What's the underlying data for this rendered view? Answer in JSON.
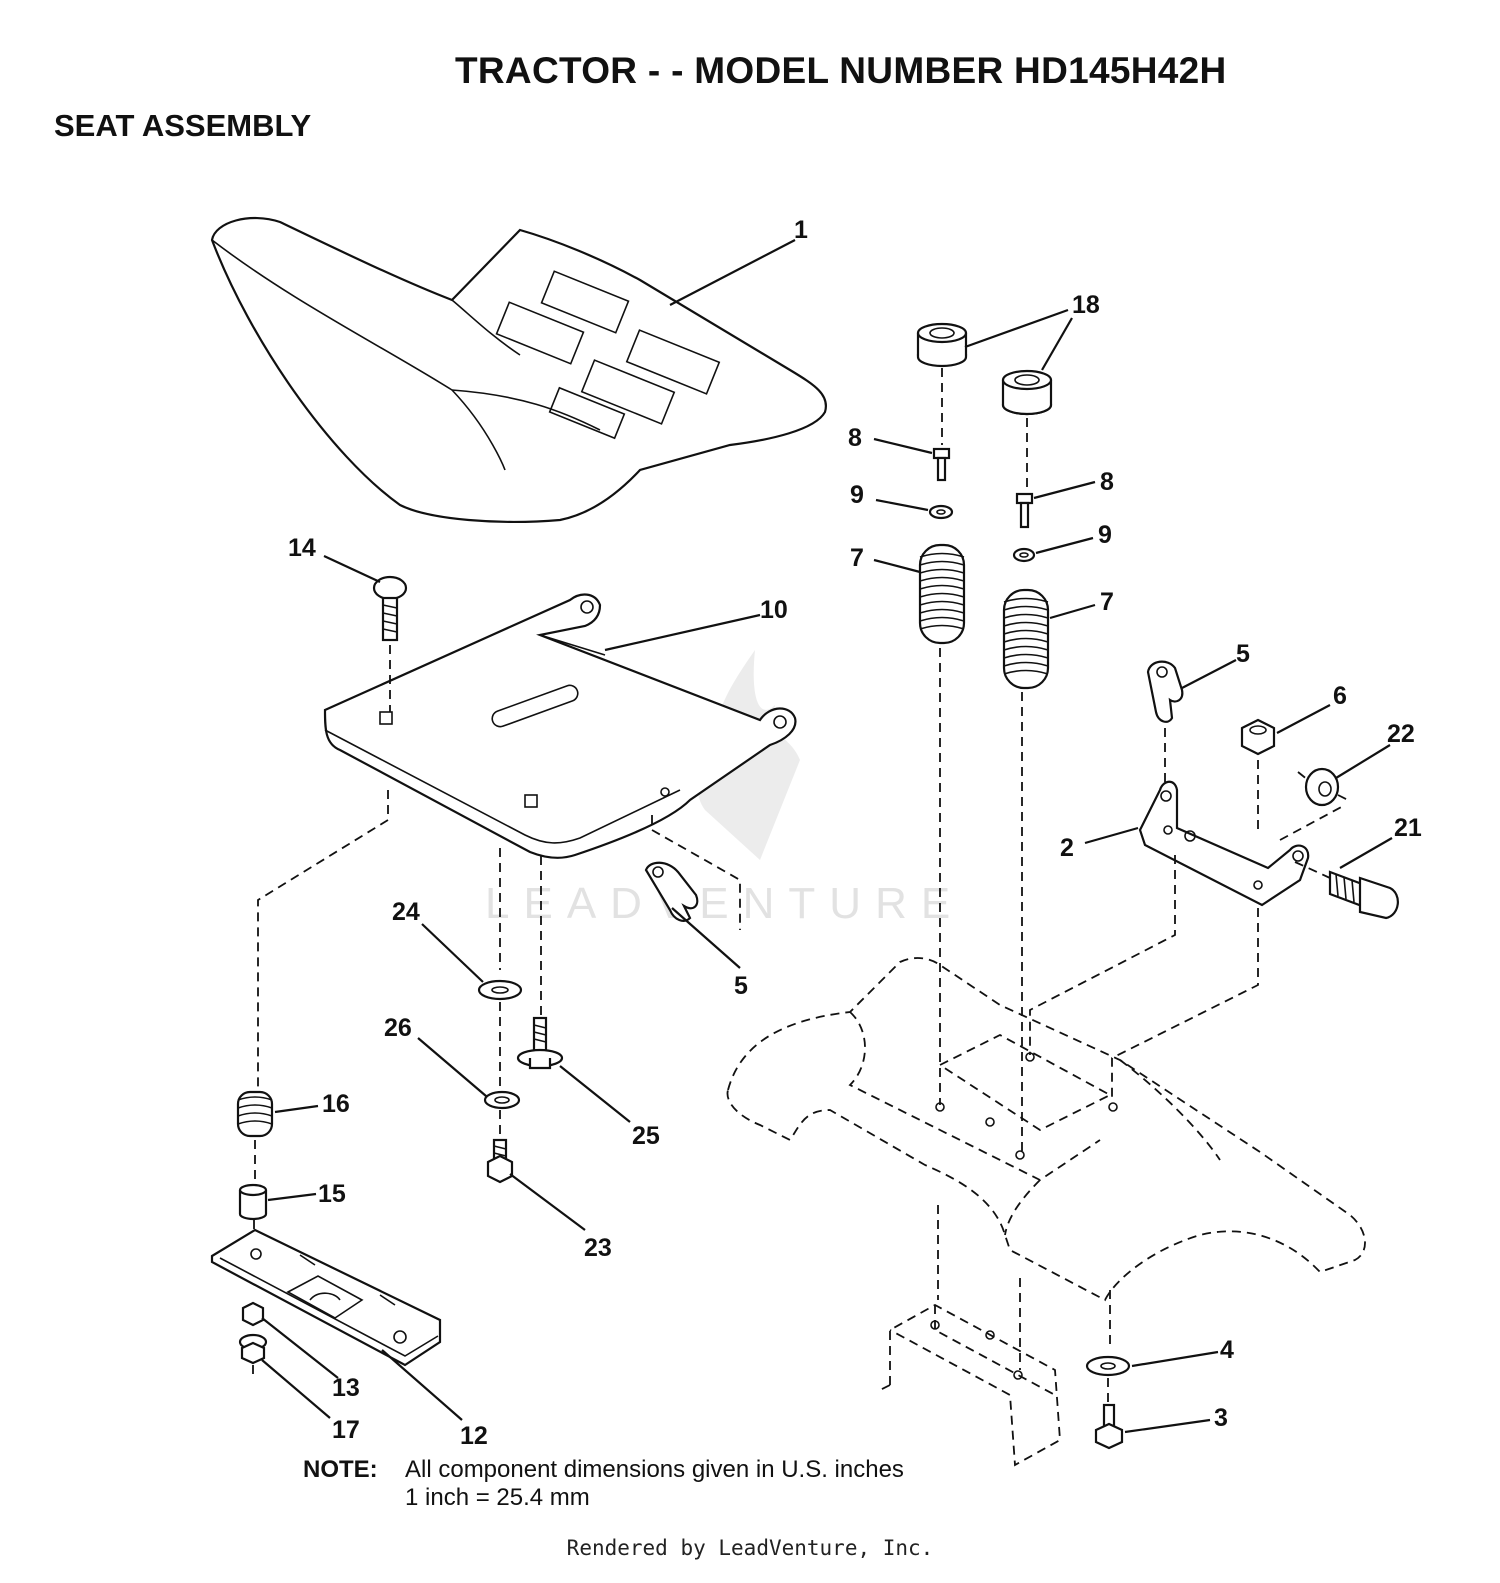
{
  "header": {
    "title": "TRACTOR - - MODEL NUMBER HD145H42H",
    "section": "SEAT ASSEMBLY"
  },
  "watermark": {
    "text": "LEADVENTURE",
    "icon": "flame-logo-icon"
  },
  "callouts": {
    "c1": "1",
    "c2": "2",
    "c3": "3",
    "c4": "4",
    "c5a": "5",
    "c5b": "5",
    "c6": "6",
    "c7a": "7",
    "c7b": "7",
    "c8a": "8",
    "c8b": "8",
    "c9a": "9",
    "c9b": "9",
    "c10": "10",
    "c12": "12",
    "c13": "13",
    "c14": "14",
    "c15": "15",
    "c16": "16",
    "c17": "17",
    "c18": "18",
    "c21": "21",
    "c22": "22",
    "c23": "23",
    "c24": "24",
    "c25": "25",
    "c26": "26"
  },
  "note": {
    "label": "NOTE:",
    "line1": "All component dimensions given in U.S. inches",
    "line2": "1 inch = 25.4 mm"
  },
  "footer": {
    "text": "Rendered by LeadVenture, Inc."
  }
}
